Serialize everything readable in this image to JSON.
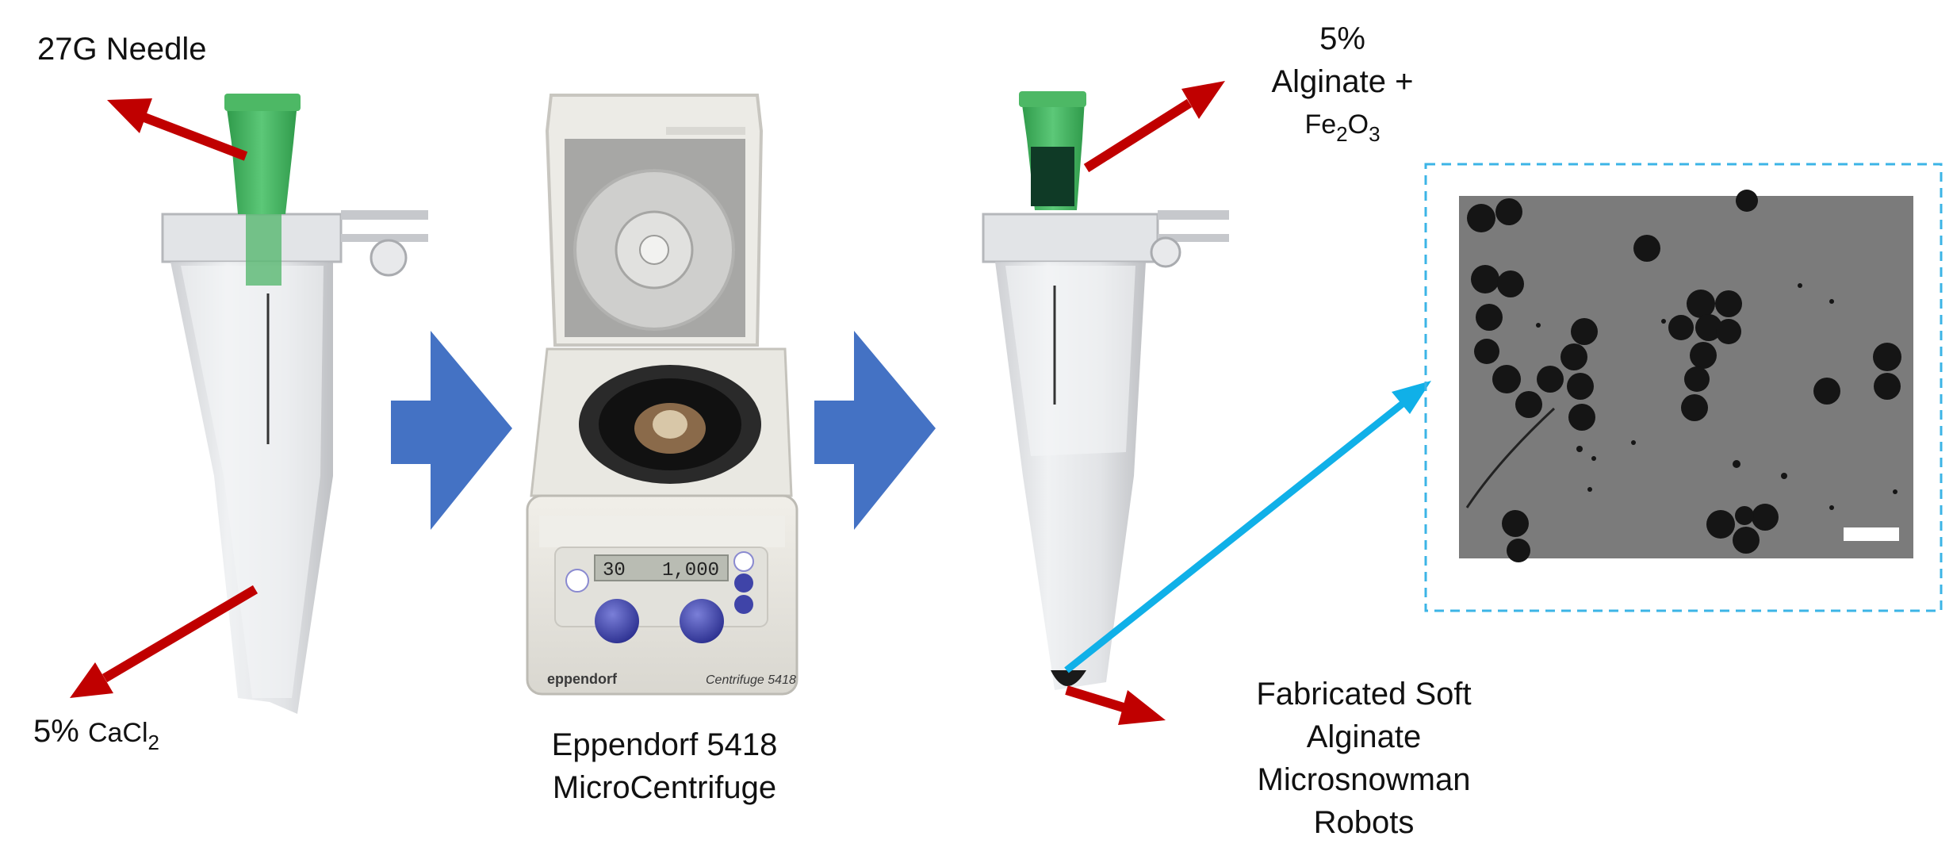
{
  "labels": {
    "needle": "27G Needle",
    "cacl2_prefix": "5% ",
    "cacl2_formula": "CaCl",
    "cacl2_sub": "2",
    "centrifuge_line1": "Eppendorf 5418",
    "centrifuge_line2": "MicroCentrifuge",
    "alginate_line1": "5%",
    "alginate_line2": "Alginate +",
    "fe_prefix": "Fe",
    "fe_sub1": "2",
    "fe_mid": "O",
    "fe_sub2": "3",
    "robots_line1": "Fabricated Soft",
    "robots_line2": "Alginate",
    "robots_line3": "Microsnowman",
    "robots_line4": "Robots"
  },
  "device": {
    "display_left": "30",
    "display_right": "1,000",
    "brand": "eppendorf",
    "model": "Centrifuge 5418"
  },
  "colors": {
    "callout_arrow": "#c00000",
    "process_arrow": "#4472c4",
    "zoom_arrow": "#10b0e8",
    "zoom_box_border": "#3cb4e6",
    "needle_hub": "#3dab5a",
    "micrograph_bg": "#7b7b7b",
    "particle": "#151515"
  },
  "icons": [
    "process-arrow",
    "callout-arrow",
    "zoom-arrow",
    "scale-bar"
  ]
}
